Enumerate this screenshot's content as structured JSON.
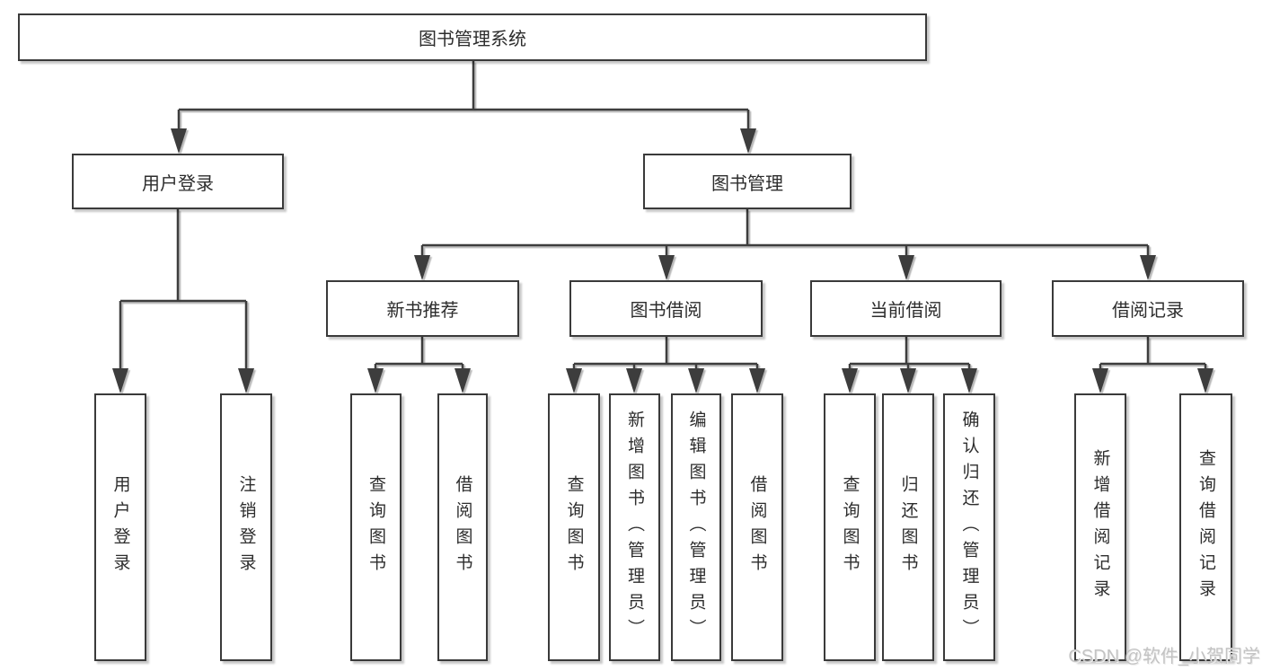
{
  "tree": {
    "root": {
      "label": "图书管理系统",
      "children": [
        {
          "label": "用户登录",
          "children": [
            {
              "label": "用户登录"
            },
            {
              "label": "注销登录"
            }
          ]
        },
        {
          "label": "图书管理",
          "children": [
            {
              "label": "新书推荐",
              "children": [
                {
                  "label": "查询图书"
                },
                {
                  "label": "借阅图书"
                }
              ]
            },
            {
              "label": "图书借阅",
              "children": [
                {
                  "label": "查询图书"
                },
                {
                  "label": "新增图书（管理员）"
                },
                {
                  "label": "编辑图书（管理员）"
                },
                {
                  "label": "借阅图书"
                }
              ]
            },
            {
              "label": "当前借阅",
              "children": [
                {
                  "label": "查询图书"
                },
                {
                  "label": "归还图书"
                },
                {
                  "label": "确认归还（管理员）"
                }
              ]
            },
            {
              "label": "借阅记录",
              "children": [
                {
                  "label": "新增借阅记录"
                },
                {
                  "label": "查询借阅记录"
                }
              ]
            }
          ]
        }
      ]
    }
  },
  "watermark": "CSDN @软件_小贺同学",
  "colors": {
    "line": "#3c3c3c",
    "box_border": "#3a3a3a",
    "text": "#2d2d2d",
    "watermark": "#c3c3c3",
    "background": "#ffffff"
  }
}
